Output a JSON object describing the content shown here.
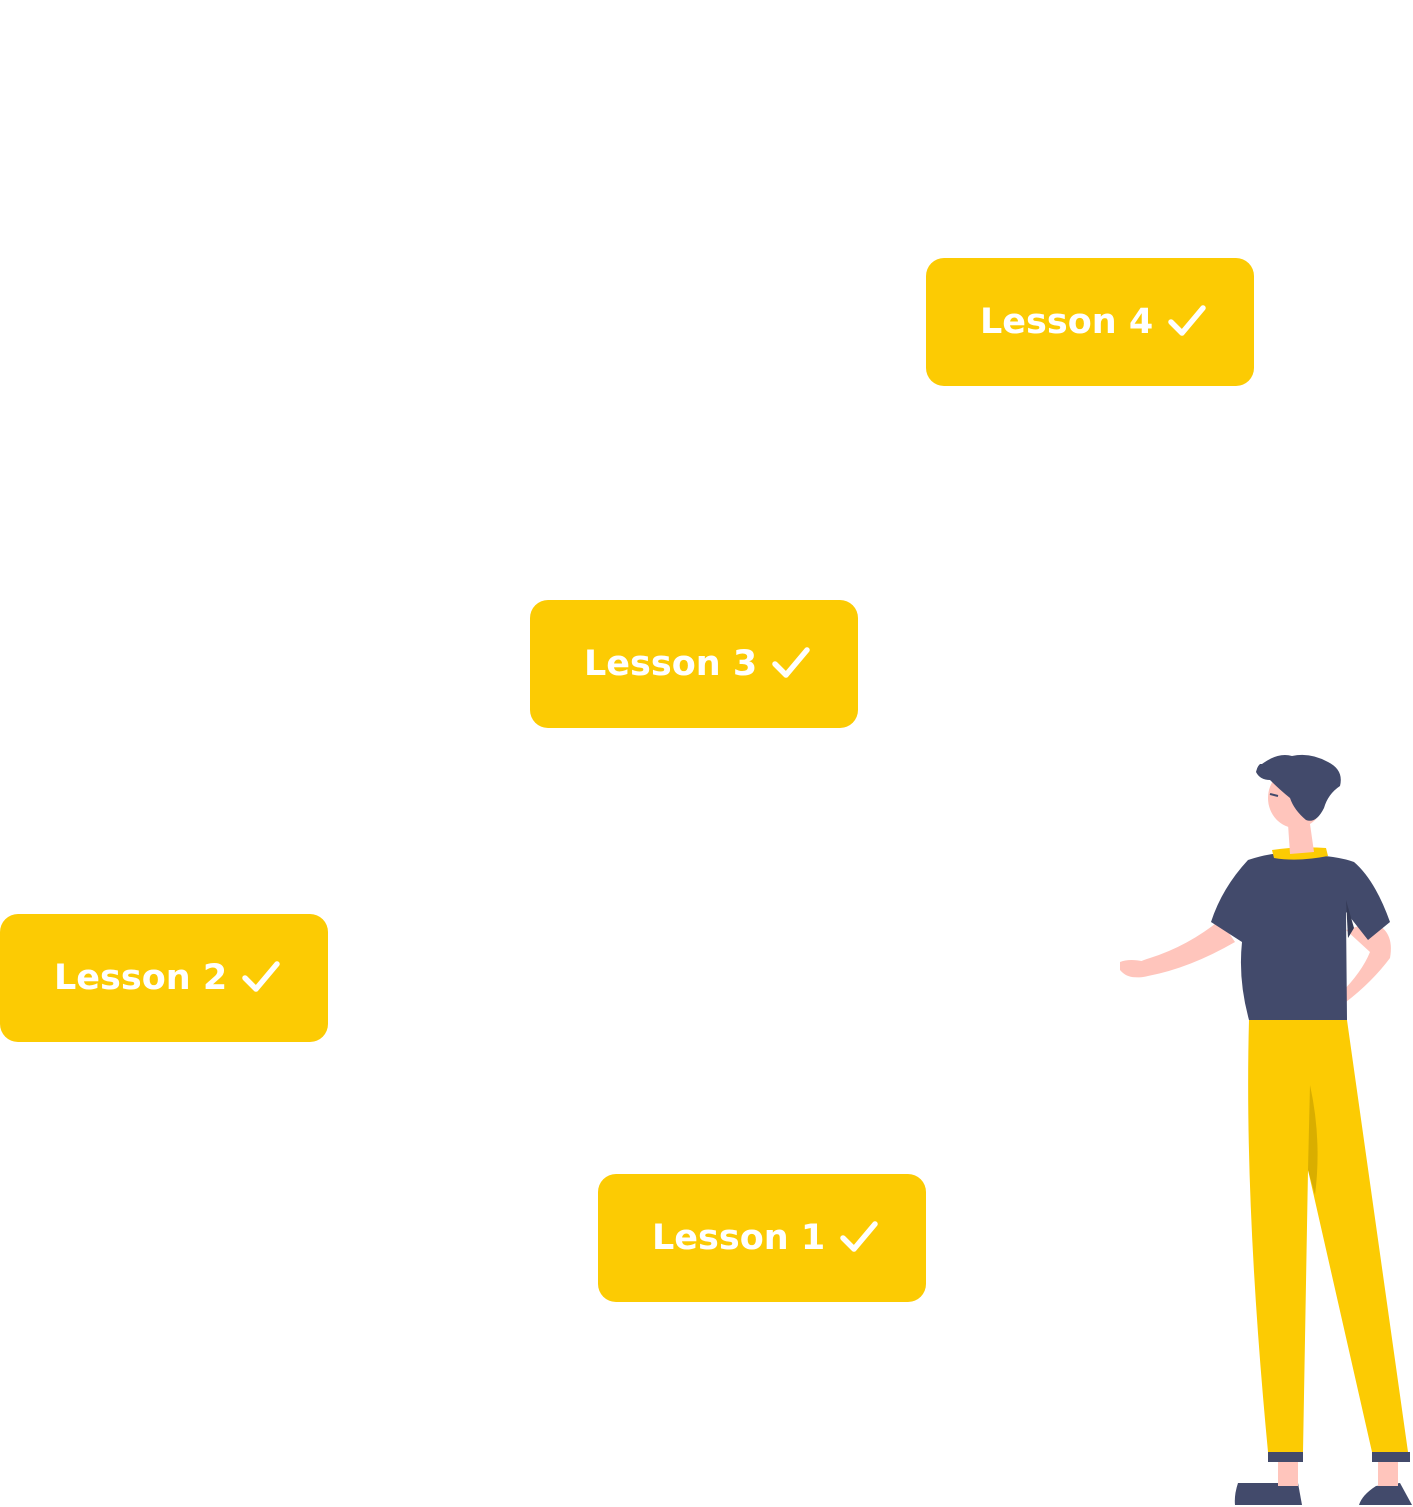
{
  "colors": {
    "accent": "#FCCB03",
    "text_on_accent": "#FFFFFF",
    "shirt": "#424A6B",
    "skin": "#FFC5BC",
    "pants": "#FCCB03",
    "pants_shadow": "#D9AE00",
    "hair": "#424A6B"
  },
  "lessons": [
    {
      "label": "Lesson 4",
      "status_icon": "check-icon",
      "completed": true
    },
    {
      "label": "Lesson 3",
      "status_icon": "check-icon",
      "completed": true
    },
    {
      "label": "Lesson 2",
      "status_icon": "check-icon",
      "completed": true
    },
    {
      "label": "Lesson 1",
      "status_icon": "check-icon",
      "completed": true
    }
  ],
  "illustration": {
    "subject": "person-icon"
  }
}
